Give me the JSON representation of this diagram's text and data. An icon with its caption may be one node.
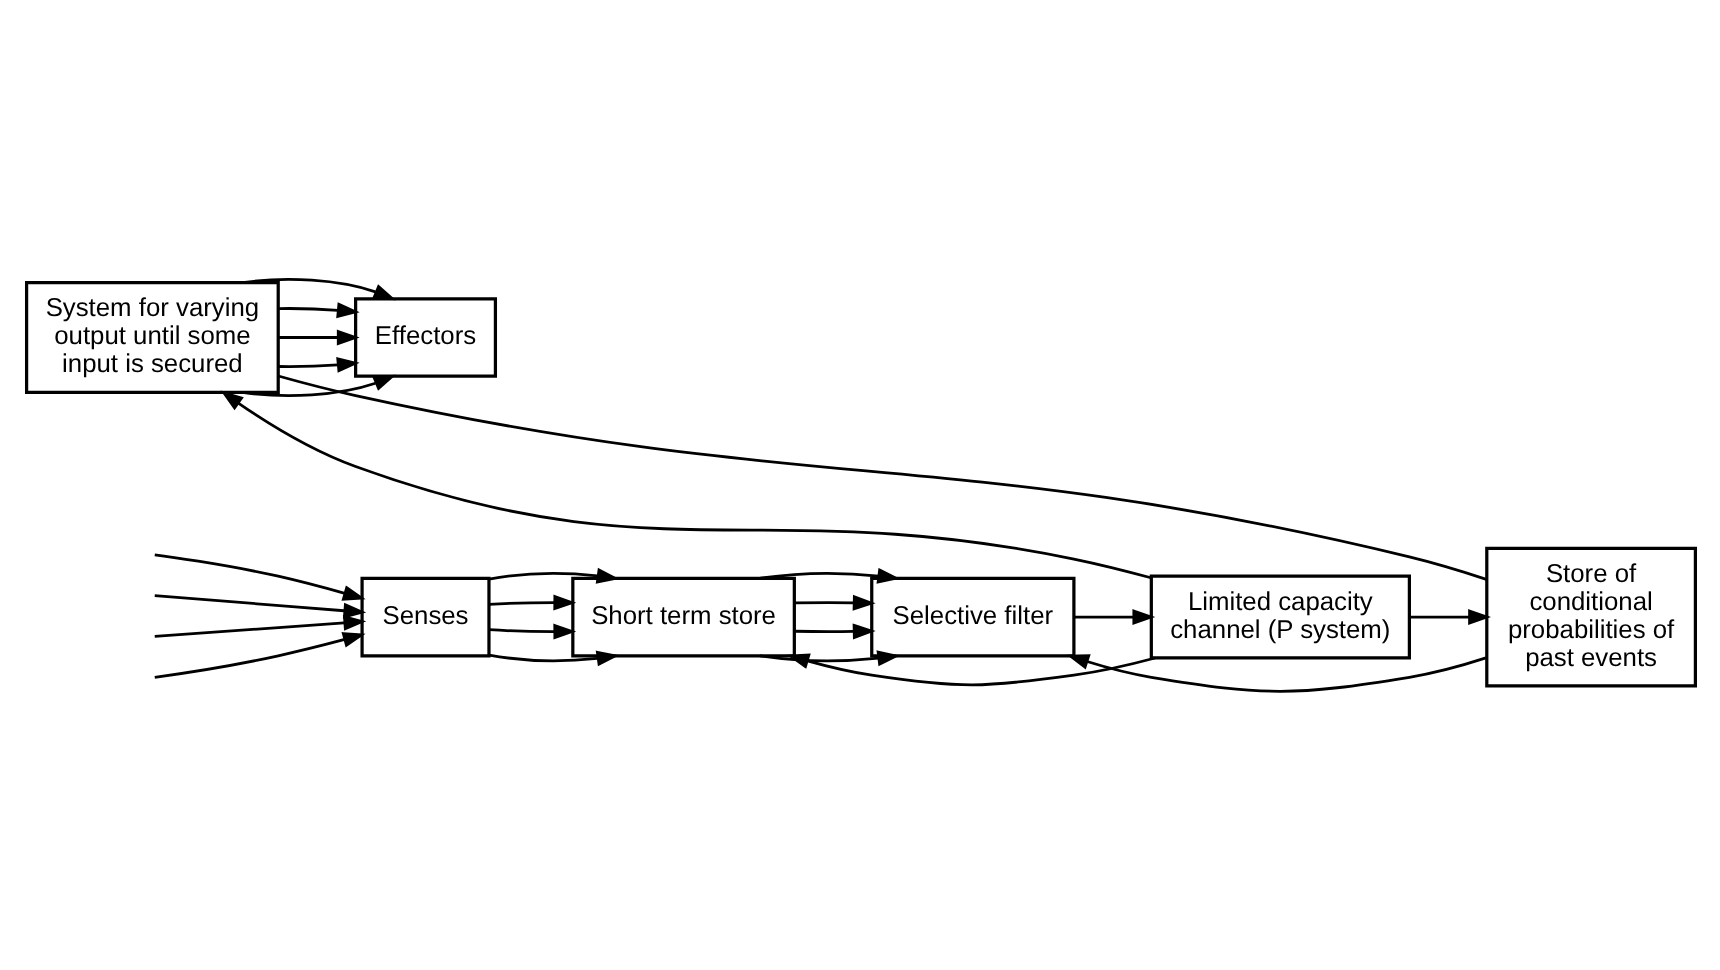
{
  "diagram": {
    "nodes": [
      {
        "text": [
          "Effectors"
        ]
      },
      {
        "text": [
          "System for varying output until some input is secured"
        ]
      },
      {
        "text": [
          "Senses"
        ]
      },
      {
        "text": [
          "Short term store"
        ]
      },
      {
        "text": [
          "Selective filter"
        ]
      },
      {
        "text": [
          "Limited capacity channel (P system)"
        ]
      },
      {
        "text": [
          "Store of conditional probabilities of past events"
        ]
      }
    ],
    "edges": [
      {
        "from": null,
        "to": 2,
        "arrow": "to"
      },
      {
        "from": null,
        "to": 2,
        "arrow": "to"
      },
      {
        "from": null,
        "to": 2,
        "arrow": "to"
      },
      {
        "from": null,
        "to": 2,
        "arrow": "to"
      },
      {
        "from": 2,
        "to": 3,
        "arrow": "to"
      },
      {
        "from": 2,
        "to": 3,
        "arrow": "to"
      },
      {
        "from": 2,
        "to": 3,
        "arrow": "to"
      },
      {
        "from": 2,
        "to": 3,
        "arrow": "to"
      },
      {
        "from": 3,
        "to": 4,
        "arrow": "to"
      },
      {
        "from": 3,
        "to": 4,
        "arrow": "to"
      },
      {
        "from": 3,
        "to": 4,
        "arrow": "to"
      },
      {
        "from": 3,
        "to": 4,
        "arrow": "to"
      },
      {
        "from": 4,
        "to": 5,
        "arrow": "to"
      },
      {
        "from": 5,
        "to": 1,
        "arrow": "to"
      },
      {
        "from": 5,
        "to": 6,
        "arrow": "to"
      },
      {
        "from": 1,
        "to": 0,
        "arrow": "to"
      },
      {
        "from": 1,
        "to": 0,
        "arrow": "to"
      },
      {
        "from": 1,
        "to": 0,
        "arrow": "to"
      },
      {
        "from": 1,
        "to": 0,
        "arrow": "to"
      },
      {
        "from": 1,
        "to": 0,
        "arrow": "to"
      },
      {
        "from": 5,
        "to": 3,
        "arrow": "to"
      },
      {
        "from": 6,
        "to": 4,
        "arrow": "to"
      },
      {
        "from": 1,
        "to": 6,
        "arrow": "none"
      }
    ]
  }
}
